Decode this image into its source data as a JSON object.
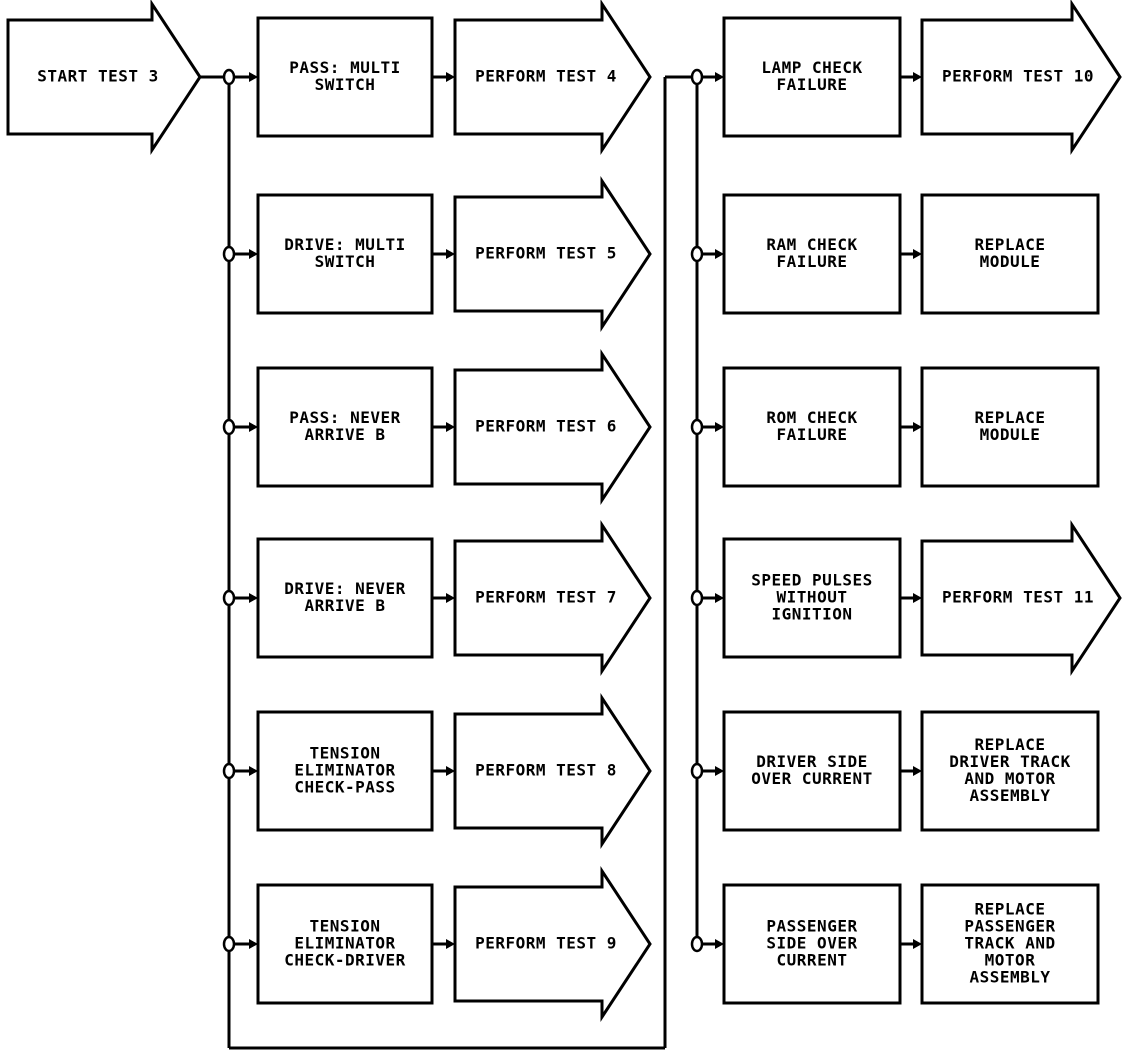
{
  "start": "START TEST 3",
  "left_rows": [
    {
      "condition": [
        "PASS: MULTI",
        "SWITCH"
      ],
      "action": [
        "PERFORM TEST 4"
      ],
      "action_shape": "arrow"
    },
    {
      "condition": [
        "DRIVE: MULTI",
        "SWITCH"
      ],
      "action": [
        "PERFORM TEST 5"
      ],
      "action_shape": "arrow"
    },
    {
      "condition": [
        "PASS: NEVER",
        "ARRIVE B"
      ],
      "action": [
        "PERFORM TEST 6"
      ],
      "action_shape": "arrow"
    },
    {
      "condition": [
        "DRIVE: NEVER",
        "ARRIVE B"
      ],
      "action": [
        "PERFORM TEST 7"
      ],
      "action_shape": "arrow"
    },
    {
      "condition": [
        "TENSION",
        "ELIMINATOR",
        "CHECK-PASS"
      ],
      "action": [
        "PERFORM TEST 8"
      ],
      "action_shape": "arrow"
    },
    {
      "condition": [
        "TENSION",
        "ELIMINATOR",
        "CHECK-DRIVER"
      ],
      "action": [
        "PERFORM TEST 9"
      ],
      "action_shape": "arrow"
    }
  ],
  "right_rows": [
    {
      "condition": [
        "LAMP CHECK",
        "FAILURE"
      ],
      "action": [
        "PERFORM TEST 10"
      ],
      "action_shape": "arrow"
    },
    {
      "condition": [
        "RAM CHECK",
        "FAILURE"
      ],
      "action": [
        "REPLACE",
        "MODULE"
      ],
      "action_shape": "box"
    },
    {
      "condition": [
        "ROM CHECK",
        "FAILURE"
      ],
      "action": [
        "REPLACE",
        "MODULE"
      ],
      "action_shape": "box"
    },
    {
      "condition": [
        "SPEED PULSES",
        "WITHOUT",
        "IGNITION"
      ],
      "action": [
        "PERFORM TEST 11"
      ],
      "action_shape": "arrow"
    },
    {
      "condition": [
        "DRIVER SIDE",
        "OVER CURRENT"
      ],
      "action": [
        "REPLACE",
        "DRIVER TRACK",
        "AND MOTOR",
        "ASSEMBLY"
      ],
      "action_shape": "box"
    },
    {
      "condition": [
        "PASSENGER",
        "SIDE OVER",
        "CURRENT"
      ],
      "action": [
        "REPLACE",
        "PASSENGER",
        "TRACK AND",
        "MOTOR",
        "ASSEMBLY"
      ],
      "action_shape": "box"
    }
  ]
}
